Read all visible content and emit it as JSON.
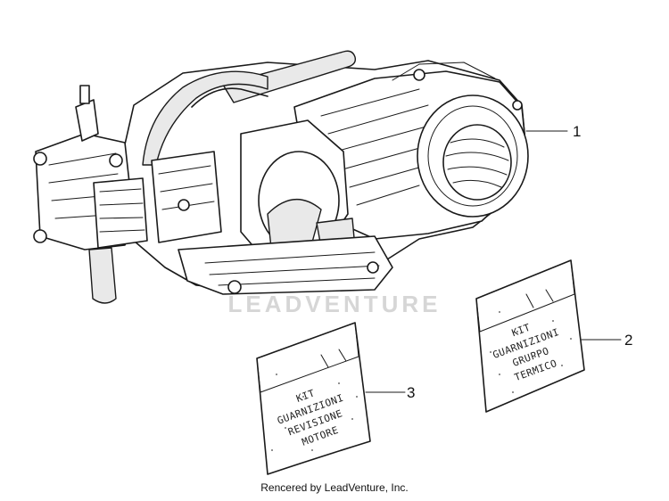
{
  "callouts": [
    {
      "number": "1"
    },
    {
      "number": "2"
    },
    {
      "number": "3"
    }
  ],
  "kit2": {
    "lines": [
      "KIT",
      "GUARNIZIONI",
      "GRUPPO",
      "TERMICO"
    ]
  },
  "kit3": {
    "lines": [
      "KIT",
      "GUARNIZIONI",
      "REVISIONE",
      "MOTORE"
    ]
  },
  "watermark": "LEADVENTURE",
  "credit": "Rencered by LeadVenture, Inc."
}
